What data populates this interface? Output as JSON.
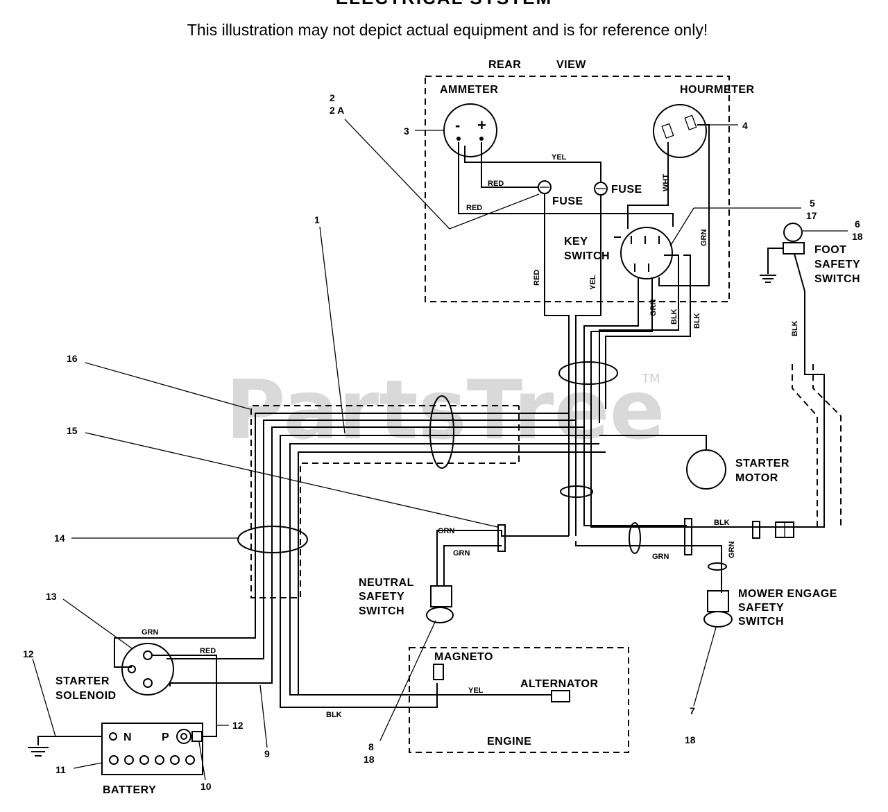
{
  "header": {
    "title": "ELECTRICAL SYSTEM",
    "disclaimer": "This illustration may not depict actual equipment and is for reference only!"
  },
  "watermark": {
    "text": "PartsTree",
    "tm": "TM"
  },
  "groups": {
    "rear_view_line1": "REAR",
    "rear_view_line2": "VIEW",
    "engine": "ENGINE"
  },
  "components": {
    "ammeter": "AMMETER",
    "hourmeter": "HOURMETER",
    "fuse_left": "FUSE",
    "fuse_right": "FUSE",
    "key_switch_1": "KEY",
    "key_switch_2": "SWITCH",
    "foot_safety_1": "FOOT",
    "foot_safety_2": "SAFETY",
    "foot_safety_3": "SWITCH",
    "starter_motor_1": "STARTER",
    "starter_motor_2": "MOTOR",
    "neutral_safety_1": "NEUTRAL",
    "neutral_safety_2": "SAFETY",
    "neutral_safety_3": "SWITCH",
    "mower_engage_1": "MOWER ENGAGE",
    "mower_engage_2": "SAFETY",
    "mower_engage_3": "SWITCH",
    "magneto": "MAGNETO",
    "alternator": "ALTERNATOR",
    "starter_solenoid_1": "STARTER",
    "starter_solenoid_2": "SOLENOID",
    "battery": "BATTERY",
    "battery_n": "N",
    "battery_p": "P",
    "ammeter_minus": "-",
    "ammeter_plus": "+"
  },
  "wire_labels": {
    "yel_top": "YEL",
    "red_upper": "RED",
    "red_lower": "RED",
    "wht": "WHT",
    "grn_key": "GRN",
    "red_vertical": "RED",
    "yel_vertical": "YEL",
    "grn_vertical": "GRN",
    "blk_vertical_1": "BLK",
    "blk_vertical_2": "BLK",
    "blk_foot": "BLK",
    "grn_neutral_1": "GRN",
    "grn_neutral_2": "GRN",
    "blk_right": "BLK",
    "grn_mid": "GRN",
    "grn_mower": "GRN",
    "grn_solenoid": "GRN",
    "red_solenoid": "RED",
    "yel_engine": "YEL",
    "blk_bottom": "BLK"
  },
  "callouts": {
    "c2": "2",
    "c2a": "2 A",
    "c3": "3",
    "c4": "4",
    "c5": "5",
    "c17": "17",
    "c6": "6",
    "c18_top": "18",
    "c1": "1",
    "c16": "16",
    "c15": "15",
    "c14": "14",
    "c13": "13",
    "c12_left": "12",
    "c12_right": "12",
    "c11": "11",
    "c10": "10",
    "c9": "9",
    "c8": "8",
    "c18_neutral": "18",
    "c7": "7",
    "c18_mower": "18"
  }
}
